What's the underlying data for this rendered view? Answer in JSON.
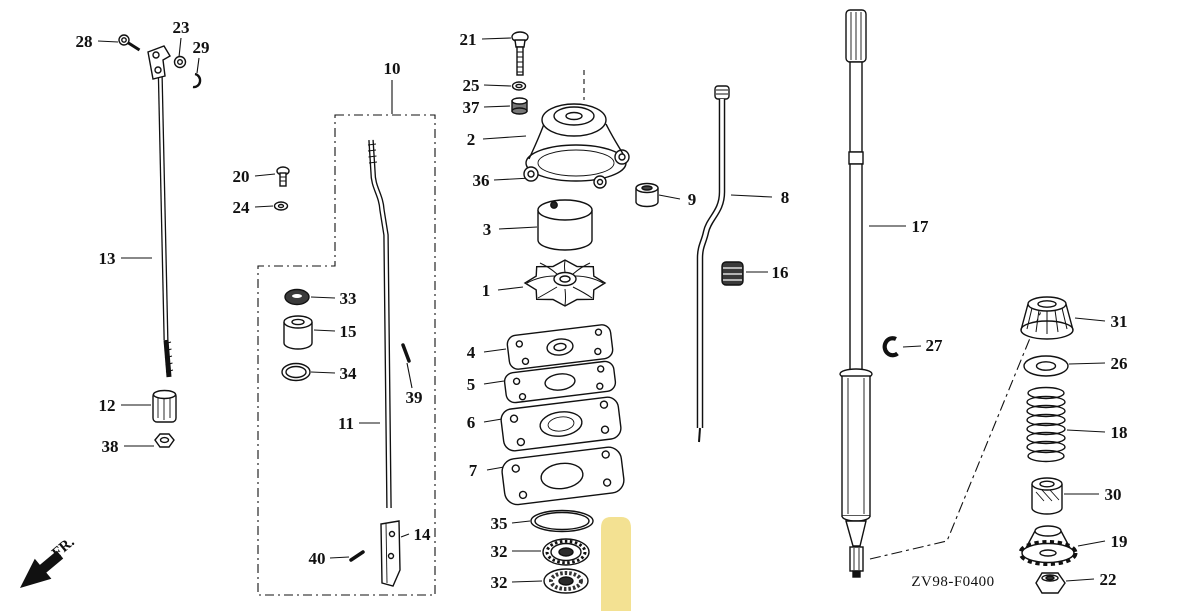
{
  "diagram": {
    "title_code": "ZV98-F0400",
    "front_marker": "FR.",
    "highlight_color": "#f2df8c",
    "labels": {
      "p1": "1",
      "p2": "2",
      "p3": "3",
      "p4": "4",
      "p5": "5",
      "p6": "6",
      "p7": "7",
      "p8": "8",
      "p9": "9",
      "p10": "10",
      "p11": "11",
      "p12": "12",
      "p13": "13",
      "p14": "14",
      "p15": "15",
      "p16": "16",
      "p17": "17",
      "p18": "18",
      "p19": "19",
      "p20": "20",
      "p21": "21",
      "p22": "22",
      "p23": "23",
      "p24": "24",
      "p25": "25",
      "p26": "26",
      "p27": "27",
      "p28": "28",
      "p29": "29",
      "p30": "30",
      "p31": "31",
      "p32a": "32",
      "p32b": "32",
      "p33": "33",
      "p34": "34",
      "p35": "35",
      "p36": "36",
      "p37": "37",
      "p38": "38",
      "p39": "39",
      "p40": "40"
    }
  }
}
